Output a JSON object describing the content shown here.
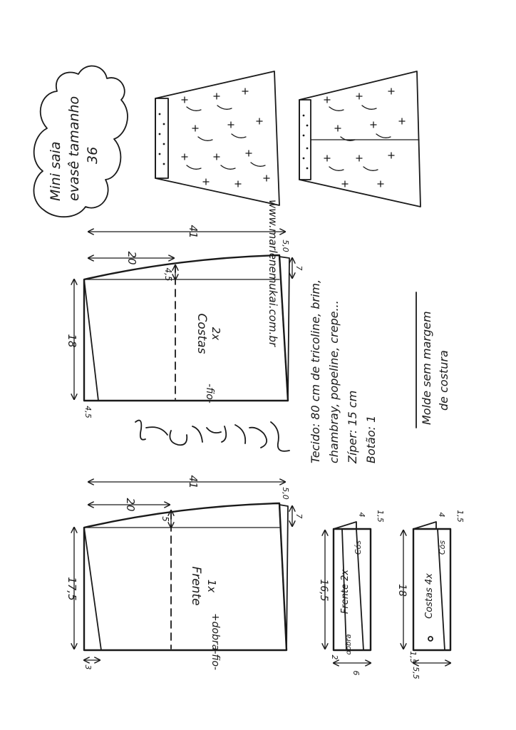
{
  "title": {
    "line1": "Mini saia",
    "line2": "evasê tamanho",
    "line3": "36"
  },
  "website": "www.marlenemukai.com.br",
  "signature": "Marlene Mukai",
  "back_piece": {
    "label": "Costas",
    "count": "2x",
    "grain_label": "-fio-",
    "dims": {
      "total_width": "41",
      "hip_width": "20",
      "waist_rise": "4,5",
      "side_top": "5,0",
      "side_right": "7",
      "hip_depth": "18",
      "hem_flare": "4,5"
    }
  },
  "front_piece": {
    "label": "Frente",
    "count": "1x",
    "grain_label": "+dobra-fio-",
    "dims": {
      "total_width": "41",
      "hip_width": "20",
      "waist_rise": "5",
      "side_top": "5,0",
      "side_right": "7",
      "hip_depth": "17,5",
      "hem_flare": "3"
    }
  },
  "waistband_front": {
    "label": "Frente 2x",
    "sub_label": "Cós",
    "fold_label": "dobra",
    "dims": {
      "length": "16,5",
      "top_a": "4",
      "top_b": "1,5",
      "bottom_a": "2",
      "bottom_b": "6"
    }
  },
  "waistband_back": {
    "label": "Costas 4x",
    "sub_label": "Cós",
    "dims": {
      "length": "18",
      "top_a": "4",
      "top_b": "1,5",
      "bottom_a": "1,5",
      "bottom_b": "5,5"
    }
  },
  "notes": {
    "fabric": "Tecido: 80 cm de tricoline, brim,",
    "fabric2": "chambray, popeline, crepe...",
    "zipper": "Zíper: 15 cm",
    "button": "Botão: 1",
    "seam1": "Molde sem margem",
    "seam2": "de costura"
  }
}
